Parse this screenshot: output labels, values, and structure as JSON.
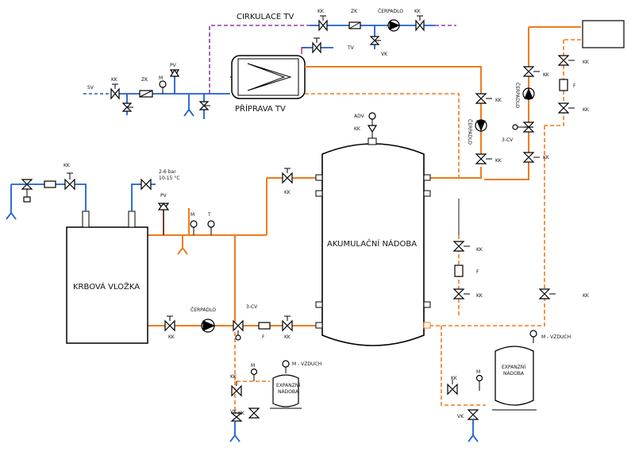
{
  "diagram": {
    "title_circulation": "CIRKULACE TV",
    "title_preparation": "PŘÍPRAVA TV",
    "fireplace_label": "KRBOVÁ VLOŽKA",
    "tank_label": "AKUMULAČNÍ NÁDOBA",
    "expansion_label_line1": "EXPANZNÍ",
    "expansion_label_line2": "NÁDOBA",
    "pressure_spec_line1": "2-6 bar",
    "pressure_spec_line2": "10-15 °C",
    "air_label": "M - VZDUCH",
    "abbr": {
      "kk": "KK",
      "zk": "ZK",
      "sv": "SV",
      "pv": "PV",
      "m": "M",
      "t": "T",
      "f": "F",
      "vk": "VK",
      "tv": "TV",
      "adv": "ADV",
      "three_way": "3-CV",
      "pump": "ČERPADLO"
    }
  }
}
